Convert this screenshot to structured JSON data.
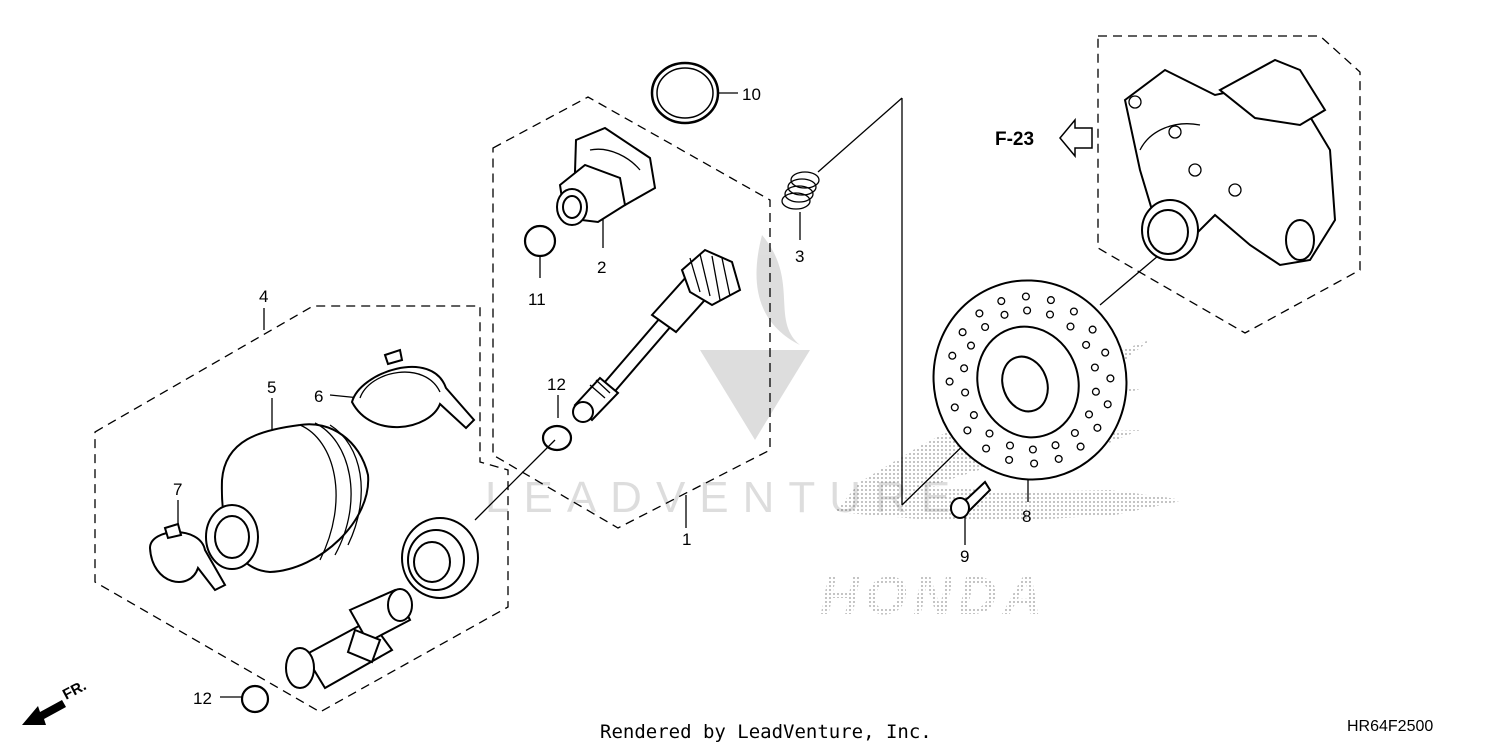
{
  "callouts": [
    {
      "id": "c1",
      "text": "1"
    },
    {
      "id": "c2",
      "text": "2"
    },
    {
      "id": "c3",
      "text": "3"
    },
    {
      "id": "c4",
      "text": "4"
    },
    {
      "id": "c5",
      "text": "5"
    },
    {
      "id": "c6",
      "text": "6"
    },
    {
      "id": "c7",
      "text": "7"
    },
    {
      "id": "c8",
      "text": "8"
    },
    {
      "id": "c9",
      "text": "9"
    },
    {
      "id": "c10",
      "text": "10"
    },
    {
      "id": "c11",
      "text": "11"
    },
    {
      "id": "c12a",
      "text": "12"
    },
    {
      "id": "c12b",
      "text": "12"
    }
  ],
  "figure_reference": "F-23",
  "front_indicator": "FR.",
  "brand_mark": "HONDA",
  "watermark": "LEADVENTURE",
  "footer_credit": "Rendered by LeadVenture, Inc.",
  "diagram_code": "HR64F2500"
}
